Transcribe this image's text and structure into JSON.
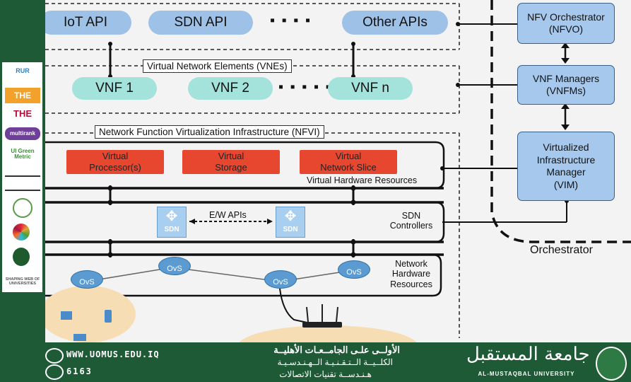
{
  "diagram": {
    "apis": [
      "IoT API",
      "SDN API",
      "Other APIs"
    ],
    "vne_label": "Virtual Network Elements (VNEs)",
    "vnfs": [
      "VNF 1",
      "VNF 2",
      "VNF n"
    ],
    "nfvi_label": "Network Function Virtualization Infrastructure (NFVI)",
    "virtual_resources": [
      {
        "line1": "Virtual",
        "line2": "Processor(s)"
      },
      {
        "line1": "Virtual",
        "line2": "Storage"
      },
      {
        "line1": "Virtual",
        "line2": "Network Slice"
      }
    ],
    "virtual_hw_label": "Virtual Hardware Resources",
    "sdn_node_label": "SDN",
    "ew_apis_label": "E/W APIs",
    "sdn_controllers_label": [
      "SDN",
      "Controllers"
    ],
    "ovs_label": "OvS",
    "network_hw_label": [
      "Network",
      "Hardware",
      "Resources"
    ],
    "orchestrator_boxes": [
      {
        "line1": "NFV Orchestrator",
        "line2": "(NFVO)"
      },
      {
        "line1": "VNF Managers",
        "line2": "(VNFMs)"
      },
      {
        "line1": "Virtualized",
        "line2": "Infrastructure",
        "line3": "Manager",
        "line4": "(VIM)"
      }
    ],
    "orchestrator_label": "Orchestrator"
  },
  "sidebar_logos": [
    "RUR",
    "THE",
    "THE",
    "multirank",
    "UI Green Metric",
    "",
    "",
    "",
    "",
    "SHAPING WEB OF UNIVERSITIES"
  ],
  "footer": {
    "website": "WWW.UOMUS.EDU.IQ",
    "phone": "6163",
    "arabic_line1": "الأولــى علـى الجامــعـات الأهليــة",
    "arabic_line2": "الكلــيــة الــتـقـنـيـة الــهـنـدسـيـة",
    "arabic_line3": "هـنـدســة تقنيات الاتصالات",
    "uni_arabic": "جامعة المستقبل",
    "uni_english": "AL-MUSTAQBAL UNIVERSITY"
  },
  "colors": {
    "green": "#1f5a36",
    "api_blue": "#9ec1e8",
    "vnf_teal": "#a4e2dc",
    "virtual_red": "#e8472f",
    "orch_blue": "#a6c8ec"
  }
}
